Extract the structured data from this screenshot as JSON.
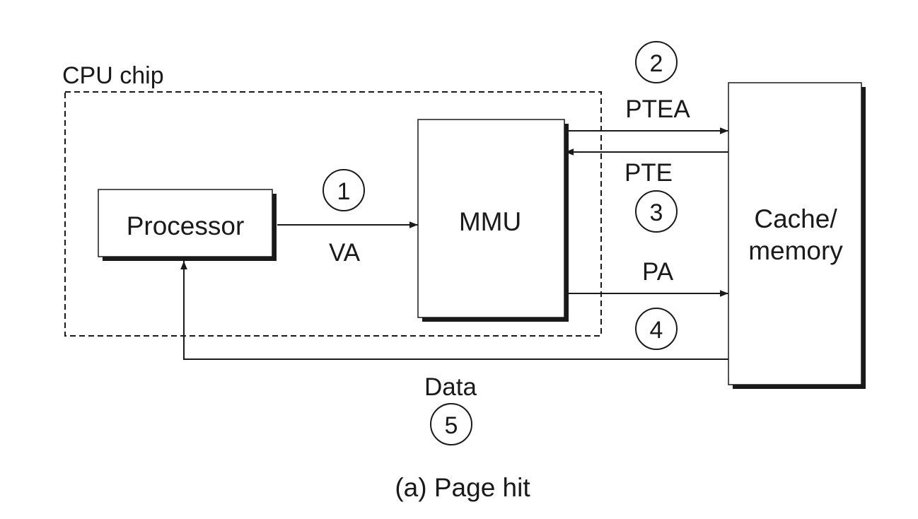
{
  "cpu_chip_label": "CPU chip",
  "processor_label": "Processor",
  "mmu_label": "MMU",
  "cache_label_line1": "Cache/",
  "cache_label_line2": "memory",
  "arrows": {
    "va": {
      "label": "VA",
      "step": "1"
    },
    "ptea": {
      "label": "PTEA",
      "step": "2"
    },
    "pte": {
      "label": "PTE",
      "step": "3"
    },
    "pa": {
      "label": "PA",
      "step": "4"
    },
    "data": {
      "label": "Data",
      "step": "5"
    }
  },
  "caption": "(a) Page hit"
}
